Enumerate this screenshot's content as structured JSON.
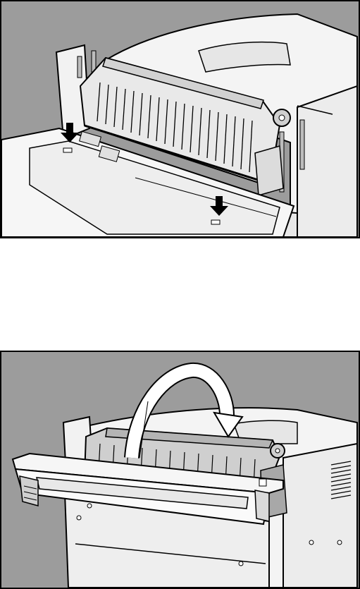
{
  "illustrations": [
    {
      "subject": "fuser-assembly-removal",
      "arrows": [
        "down-arrow-left",
        "down-arrow-right"
      ]
    },
    {
      "subject": "rear-door-closing",
      "arrows": [
        "curved-arrow"
      ]
    }
  ],
  "colors": {
    "background": "#9c9c9c",
    "printer_body": "#f4f4f4",
    "outline": "#000000",
    "shadow": "#c8c8c8"
  }
}
